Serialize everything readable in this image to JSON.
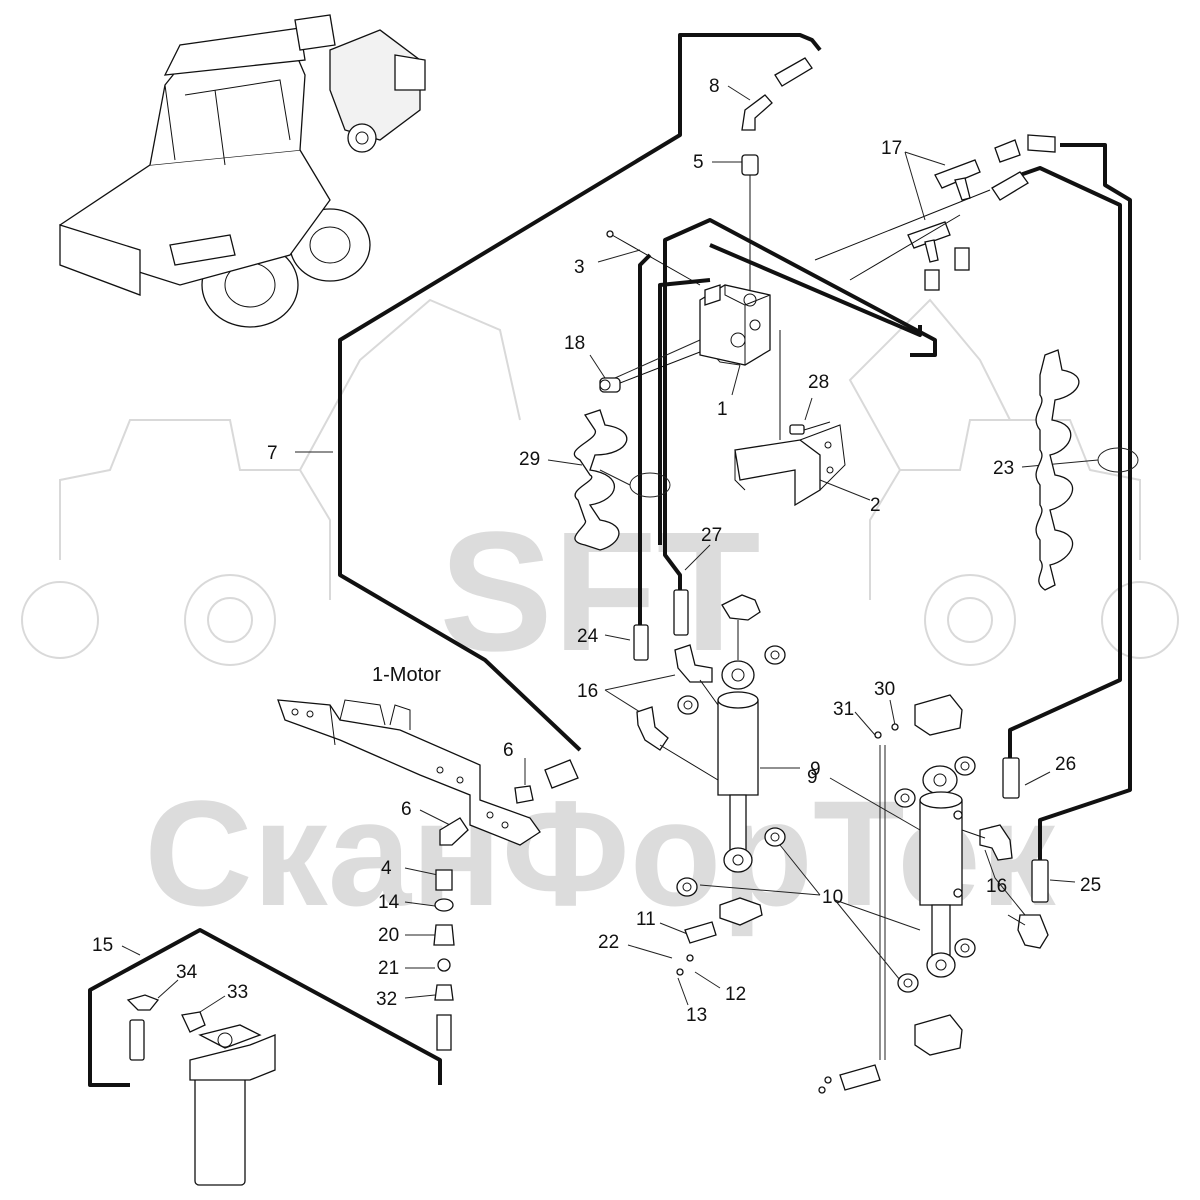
{
  "watermark": {
    "logo_text": "SFT",
    "brand_text": "СканФорТек"
  },
  "labels": {
    "motor": "1-Motor"
  },
  "callouts": [
    {
      "id": "c1",
      "text": "1"
    },
    {
      "id": "c2",
      "text": "2"
    },
    {
      "id": "c3",
      "text": "3"
    },
    {
      "id": "c4",
      "text": "4"
    },
    {
      "id": "c5",
      "text": "5"
    },
    {
      "id": "c6a",
      "text": "6"
    },
    {
      "id": "c6b",
      "text": "6"
    },
    {
      "id": "c7",
      "text": "7"
    },
    {
      "id": "c8",
      "text": "8"
    },
    {
      "id": "c9a",
      "text": "9"
    },
    {
      "id": "c9b",
      "text": "9"
    },
    {
      "id": "c10",
      "text": "10"
    },
    {
      "id": "c11",
      "text": "11"
    },
    {
      "id": "c12",
      "text": "12"
    },
    {
      "id": "c13",
      "text": "13"
    },
    {
      "id": "c14",
      "text": "14"
    },
    {
      "id": "c15",
      "text": "15"
    },
    {
      "id": "c16a",
      "text": "16"
    },
    {
      "id": "c16b",
      "text": "16"
    },
    {
      "id": "c17",
      "text": "17"
    },
    {
      "id": "c18",
      "text": "18"
    },
    {
      "id": "c20",
      "text": "20"
    },
    {
      "id": "c21",
      "text": "21"
    },
    {
      "id": "c22",
      "text": "22"
    },
    {
      "id": "c23",
      "text": "23"
    },
    {
      "id": "c24",
      "text": "24"
    },
    {
      "id": "c25",
      "text": "25"
    },
    {
      "id": "c26",
      "text": "26"
    },
    {
      "id": "c27",
      "text": "27"
    },
    {
      "id": "c28",
      "text": "28"
    },
    {
      "id": "c29",
      "text": "29"
    },
    {
      "id": "c30",
      "text": "30"
    },
    {
      "id": "c31",
      "text": "31"
    },
    {
      "id": "c32",
      "text": "32"
    },
    {
      "id": "c33",
      "text": "33"
    },
    {
      "id": "c34",
      "text": "34"
    }
  ]
}
